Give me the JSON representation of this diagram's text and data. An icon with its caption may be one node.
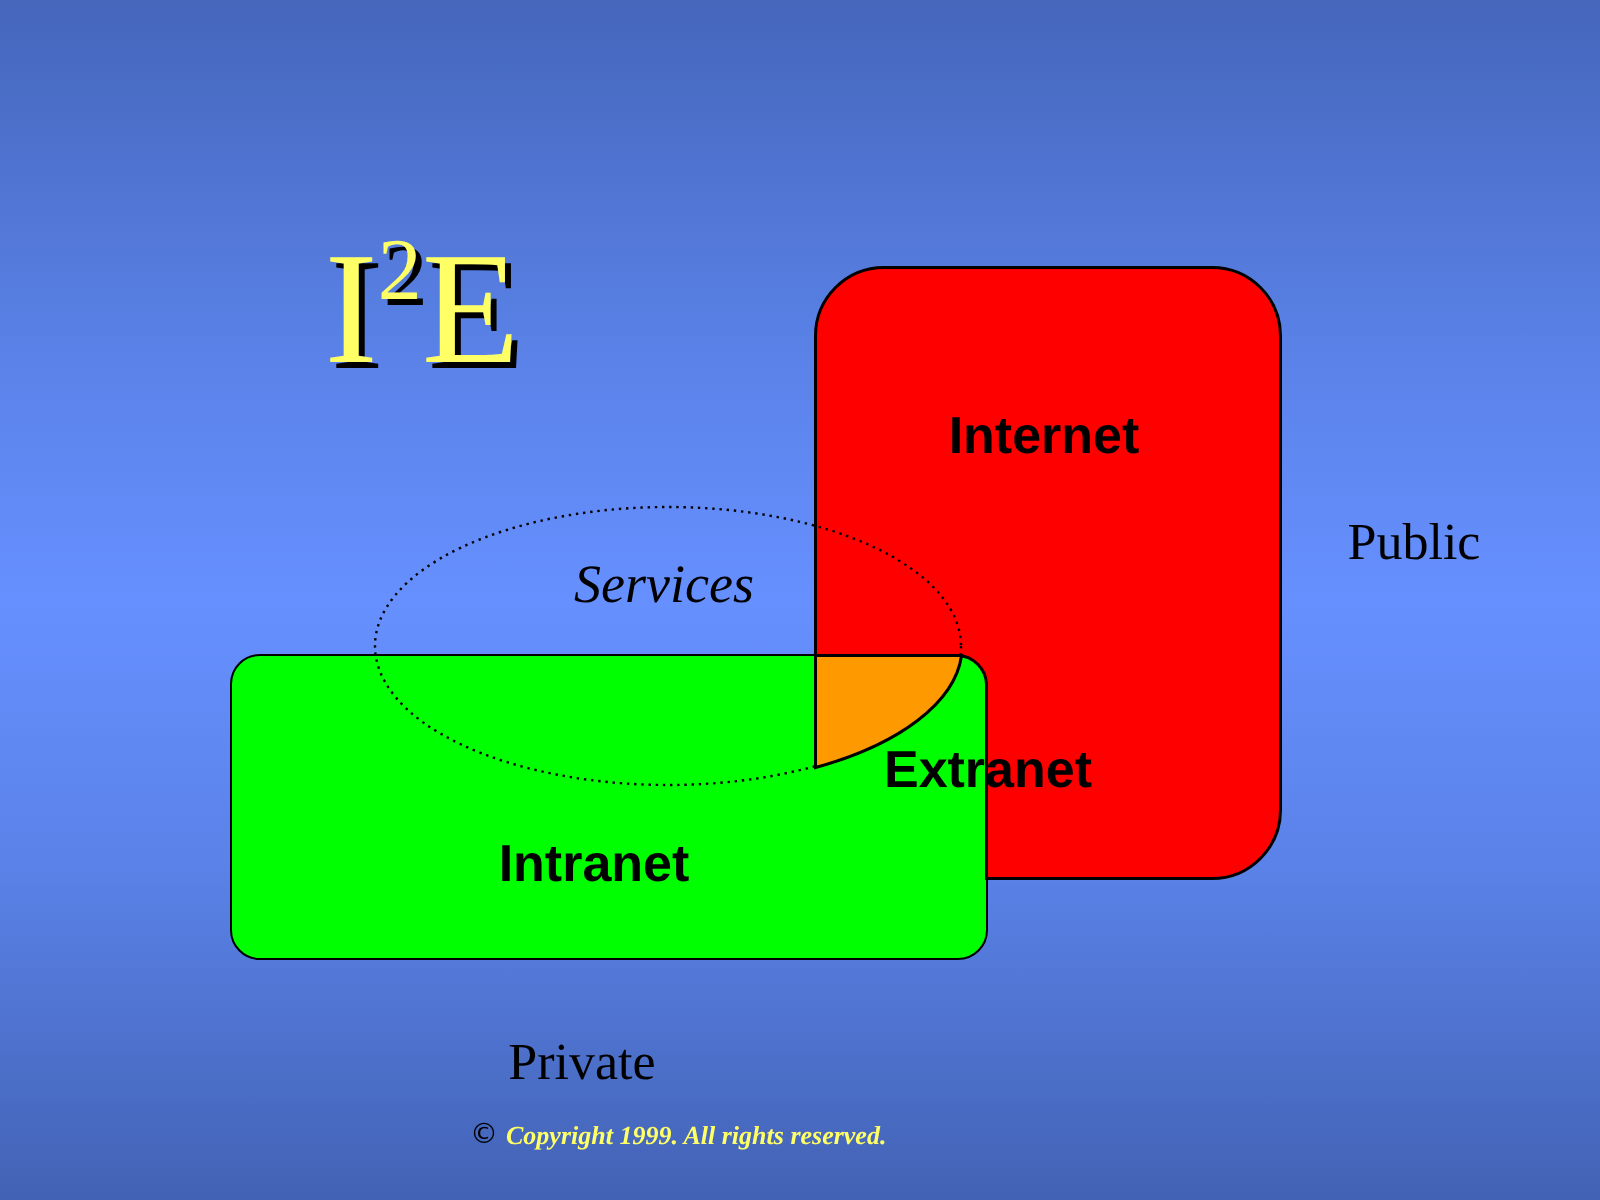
{
  "diagram": {
    "title": "I$^{2}$E",
    "nodes": [
      {
        "text": [
          "Internet"
        ]
      },
      {
        "text": [
          "Services"
        ]
      },
      {
        "text": [],
        "shape": "segment",
        "beside": [
          "Extranet"
        ]
      },
      {
        "text": [
          "Intranet"
        ]
      }
    ],
    "labels": [
      "Public",
      "Private",
      "©",
      "Copyright 1999. All rights reserved."
    ]
  }
}
